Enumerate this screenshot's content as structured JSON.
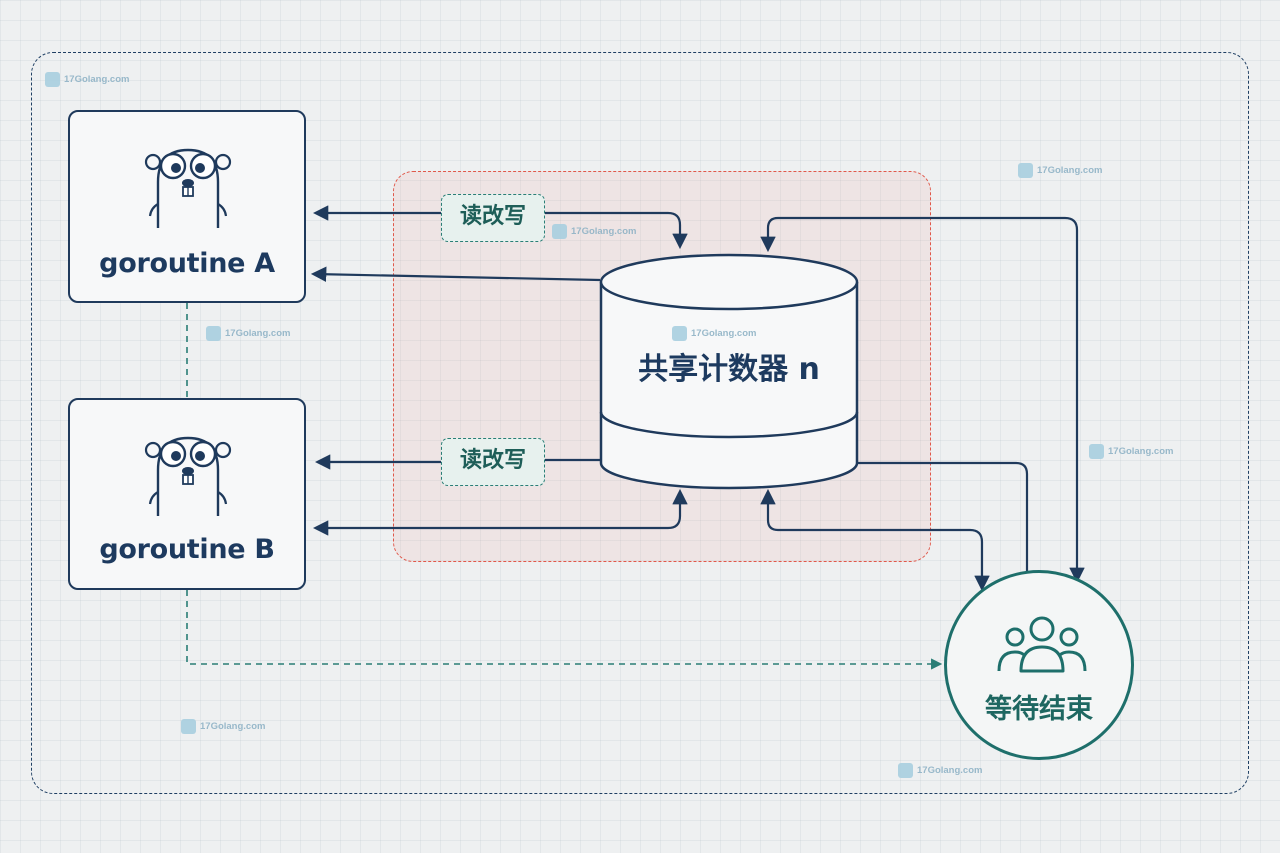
{
  "goroutines": [
    {
      "label": "goroutine A"
    },
    {
      "label": "goroutine B"
    }
  ],
  "rw_labels": [
    "读改写",
    "读改写"
  ],
  "shared": {
    "label": "共享计数器 n"
  },
  "wait": {
    "label": "等待结束"
  },
  "watermark": "17Golang.com",
  "colors": {
    "navy": "#1f3a5c",
    "teal": "#1e6f6b",
    "red_dashed": "#e0584a",
    "background": "#eef0f1"
  },
  "icons": [
    "gopher-icon",
    "users-icon"
  ]
}
